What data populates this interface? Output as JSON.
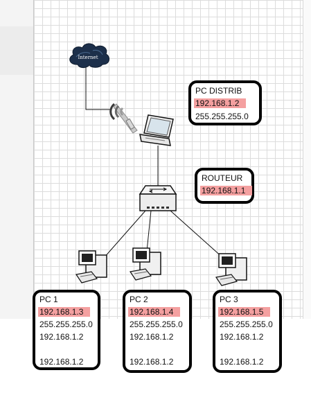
{
  "internet_cloud": {
    "label": "Internet"
  },
  "distrib_box": {
    "title": "PC DISTRIB",
    "ip": "192.168.1.2",
    "mask": "255.255.255.0"
  },
  "router_box": {
    "title": "ROUTEUR",
    "ip": "192.168.1.1"
  },
  "pcs": [
    {
      "title": "PC 1",
      "ip": "192.168.1.3",
      "mask": "255.255.255.0",
      "gateway": "192.168.1.2",
      "dns": "192.168.1.2"
    },
    {
      "title": "PC 2",
      "ip": "192.168.1.4",
      "mask": "255.255.255.0",
      "gateway": "192.168.1.2",
      "dns": "192.168.1.2"
    },
    {
      "title": "PC 3",
      "ip": "192.168.1.5",
      "mask": "255.255.255.0",
      "gateway": "192.168.1.2",
      "dns": "192.168.1.2"
    }
  ],
  "colors": {
    "highlight": "#f4a0a0",
    "cloud": "#1c2f4a",
    "box_border": "#000000"
  },
  "icons": [
    "cloud-icon",
    "wifi-signal-icon",
    "laptop-icon",
    "switch-icon",
    "desktop-pc-icon"
  ]
}
